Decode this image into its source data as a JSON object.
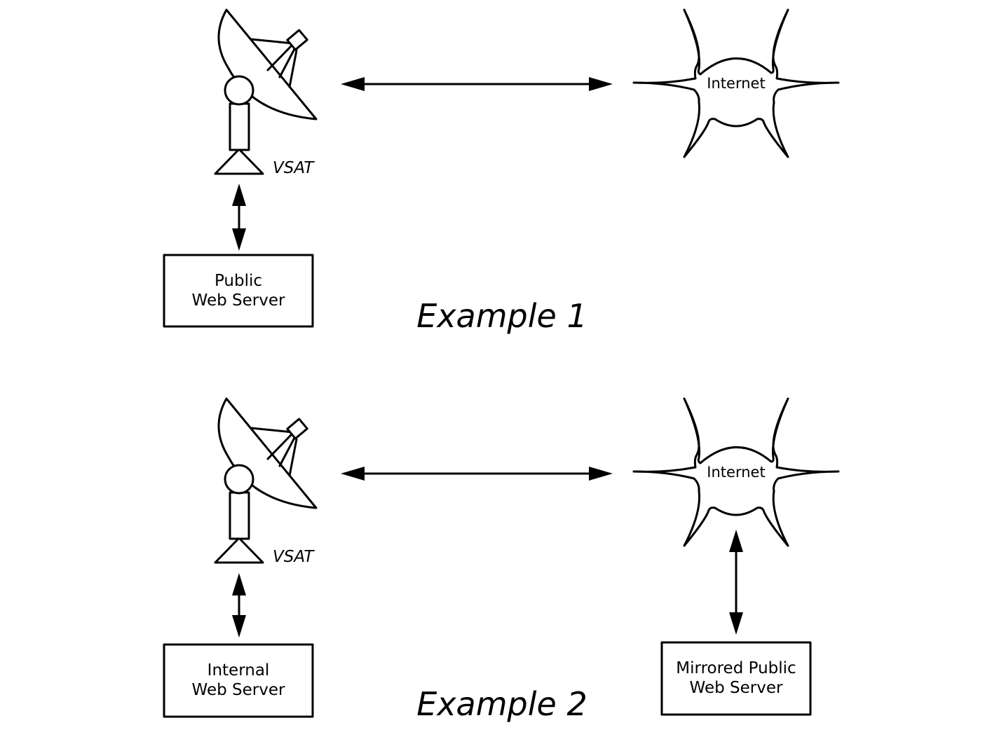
{
  "examples": [
    {
      "title": "Example 1",
      "vsat_label": "VSAT",
      "cloud_label": "Internet",
      "local_server": {
        "line1": "Public",
        "line2": "Web Server"
      }
    },
    {
      "title": "Example 2",
      "vsat_label": "VSAT",
      "cloud_label": "Internet",
      "local_server": {
        "line1": "Internal",
        "line2": "Web Server"
      },
      "mirror_server": {
        "line1": "Mirrored Public",
        "line2": "Web Server"
      }
    }
  ],
  "icons": {
    "antenna": "satellite-dish-icon",
    "cloud": "internet-cloud-icon"
  }
}
